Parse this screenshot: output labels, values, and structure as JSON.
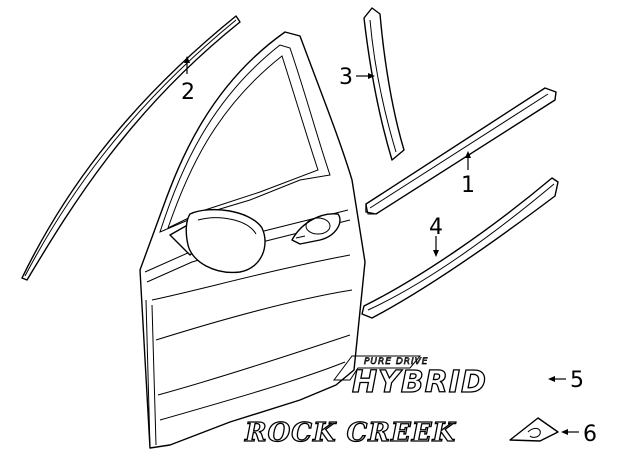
{
  "callouts": [
    {
      "id": "1",
      "label": "1"
    },
    {
      "id": "2",
      "label": "2"
    },
    {
      "id": "3",
      "label": "3"
    },
    {
      "id": "4",
      "label": "4"
    },
    {
      "id": "5",
      "label": "5"
    },
    {
      "id": "6",
      "label": "6"
    }
  ],
  "emblems": {
    "hybrid_small": "PURE DRIVE",
    "hybrid_big": "HYBRID",
    "rock_creek": "ROCK CREEK"
  }
}
